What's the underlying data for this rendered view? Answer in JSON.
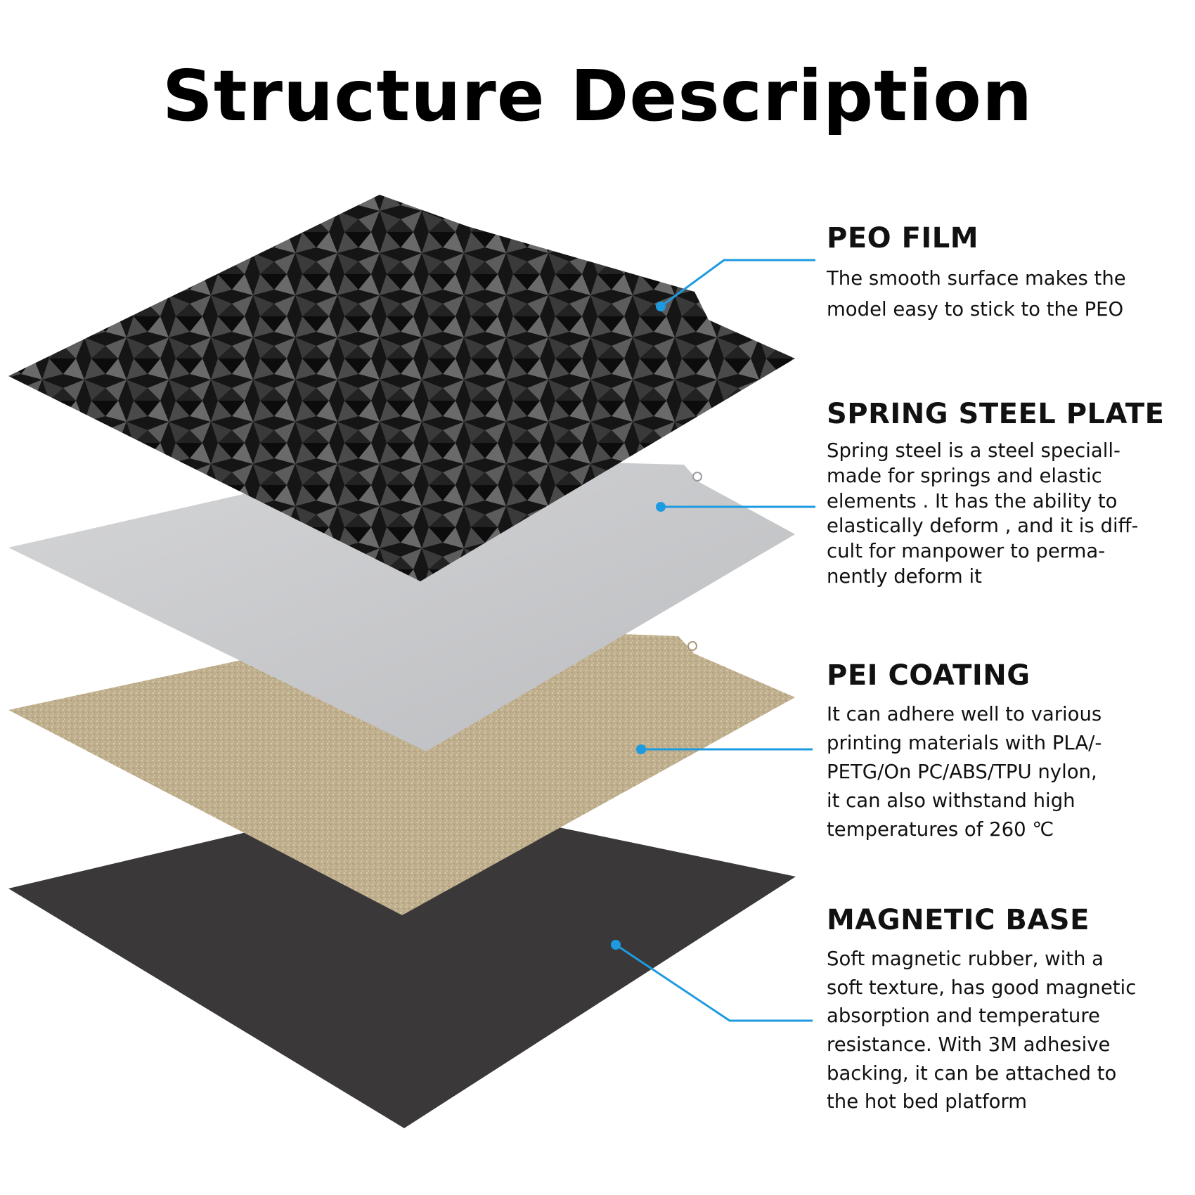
{
  "title": "Structure Description",
  "colors": {
    "leader_line": "#1e9be0",
    "peo_film": "#151515",
    "spring_steel": "#c8c9cb",
    "pei_coating": "#bfae8c",
    "magnetic_base": "#3a3838"
  },
  "layers": [
    {
      "heading": "PEO FILM",
      "description": "The smooth surface makes the\nmodel easy to stick to the PEO"
    },
    {
      "heading": "SPRING STEEL PLATE",
      "description": "Spring steel is a steel speciall-\nmade for springs and elastic\nelements . It has the ability to\nelastically deform , and it is diff-\ncult for manpower to perma-\nnently deform it"
    },
    {
      "heading": "PEI COATING",
      "description": "It can adhere well to various\nprinting materials with PLA/-\nPETG/On PC/ABS/TPU nylon,\nit can also withstand high\ntemperatures of 260 ℃"
    },
    {
      "heading": "MAGNETIC BASE",
      "description": "Soft magnetic rubber, with a\nsoft texture, has good magnetic\nabsorption and temperature\nresistance. With 3M adhesive\nbacking, it can be attached to\nthe hot bed platform"
    }
  ]
}
